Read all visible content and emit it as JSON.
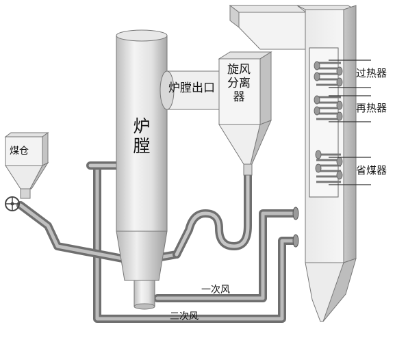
{
  "labels": {
    "furnace_line1": "炉",
    "furnace_line2": "膛",
    "furnace_outlet": "炉膛出口",
    "cyclone_line1": "旋风",
    "cyclone_line2": "分离",
    "cyclone_line3": "器",
    "coal_bin": "煤仓",
    "superheater": "过热器",
    "reheater": "再热器",
    "economizer": "省煤器",
    "primary_air": "一次风",
    "secondary_air": "二次风"
  },
  "colors": {
    "body_light": "#f2f2f2",
    "body_mid": "#d9d9d9",
    "body_dark": "#9a9a9a",
    "pipe": "#8c8c8c",
    "pipe_highlight": "#c8c8c8",
    "outline": "#555555"
  }
}
